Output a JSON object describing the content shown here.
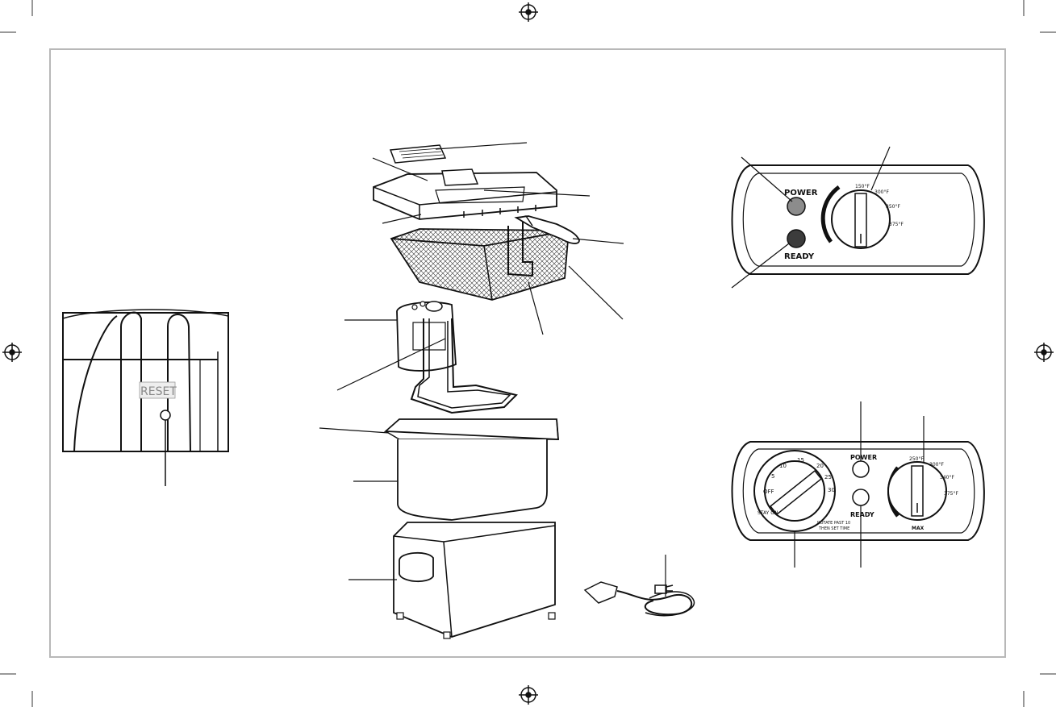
{
  "reset_inset": {
    "label": "RESET"
  },
  "control_panel_top": {
    "power_label": "POWER",
    "ready_label": "READY",
    "dial_marks": [
      "150°F",
      "300°F",
      "350°F",
      "375°F"
    ]
  },
  "control_panel_bottom": {
    "power_label": "POWER",
    "ready_label": "READY",
    "timer_marks": [
      "5",
      "10",
      "15",
      "20",
      "25",
      "30",
      "OFF",
      "STAY ON"
    ],
    "timer_note_line1": "ROTATE PAST 10",
    "timer_note_line2": "THEN SET TIME",
    "temp_marks": [
      "250°F",
      "300°F",
      "340°F",
      "375°F",
      "MAX"
    ]
  },
  "colors": {
    "line": "#1a1a1a",
    "frame": "#b8b8b8",
    "power_light": "#8c8c8c",
    "ready_light": "#3c3c3c"
  }
}
